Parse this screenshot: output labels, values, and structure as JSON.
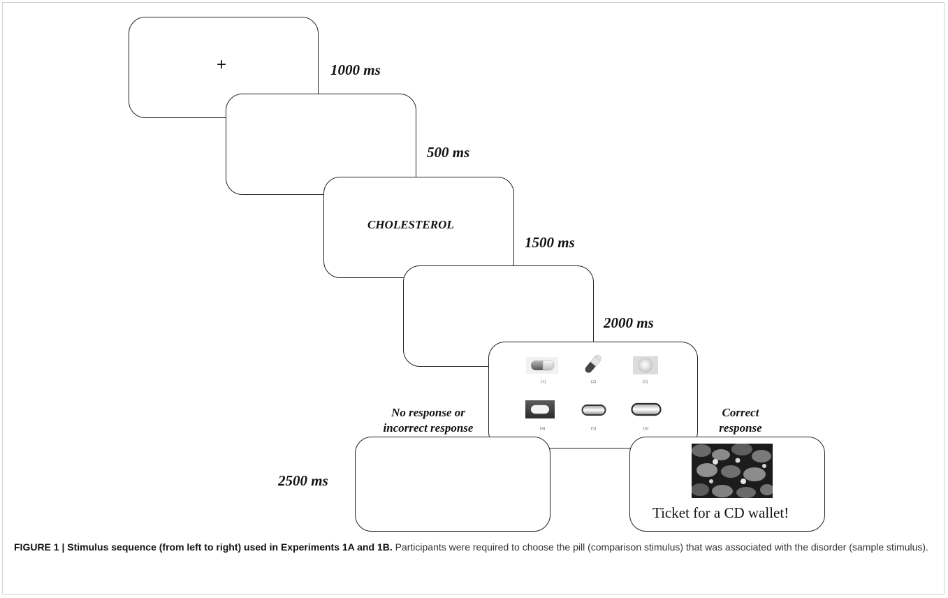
{
  "fixation": "+",
  "sample_word": "CHOLESTEROL",
  "timings": [
    "1000 ms",
    "500 ms",
    "1500 ms",
    "2000 ms",
    "2500 ms"
  ],
  "comparison_labels": [
    "(1)",
    "(2)",
    "(3)",
    "(4)",
    "(5)",
    "(6)"
  ],
  "responses": {
    "incorrect_line1": "No response or",
    "incorrect_line2": "incorrect response",
    "correct_line1": "Correct",
    "correct_line2": "response"
  },
  "reward_text": "Ticket for a CD wallet!",
  "caption": {
    "label": "FIGURE 1 | Stimulus sequence (from left to right) used in Experiments 1A and 1B.",
    "text": "Participants were required to choose the pill (comparison stimulus) that was associated with the disorder (sample stimulus)."
  }
}
